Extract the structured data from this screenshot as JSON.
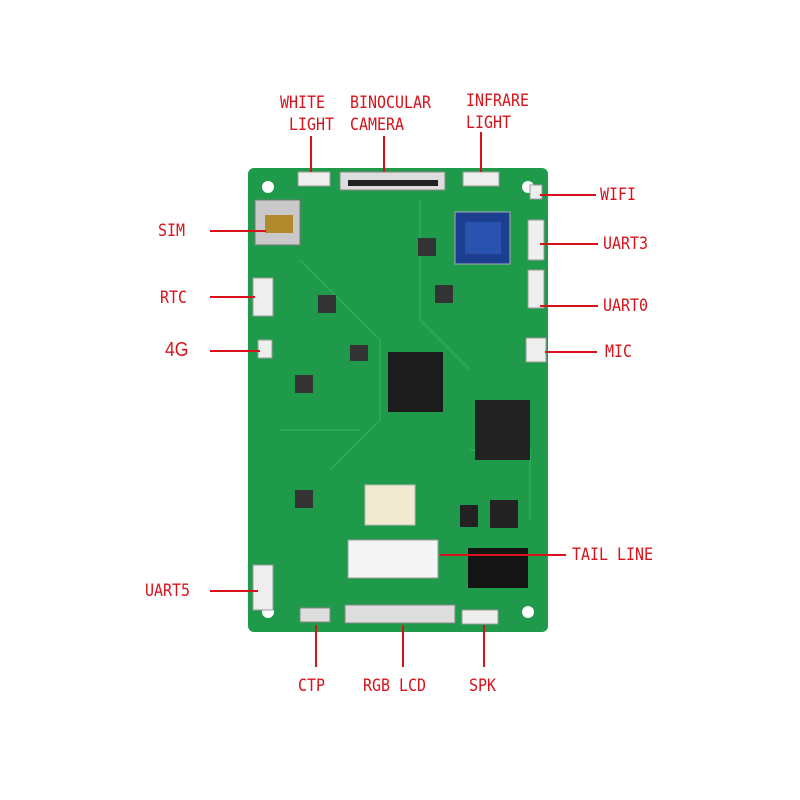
{
  "labels": {
    "white_light": "WHITE\n LIGHT",
    "binocular_camera": "BINOCULAR\nCAMERA",
    "infrare_light": "INFRARE\nLIGHT",
    "wifi": "WIFI",
    "sim": "SIM",
    "uart3": "UART3",
    "rtc": "RTC",
    "uart0": "UART0",
    "g4": "4G",
    "mic": "MIC",
    "tail_line": "TAIL LINE",
    "uart5": "UART5",
    "ctp": "CTP",
    "rgb_lcd": "RGB LCD",
    "spk": "SPK"
  },
  "colors": {
    "label": "#d8121b",
    "pcb": "#1f9a4a"
  }
}
